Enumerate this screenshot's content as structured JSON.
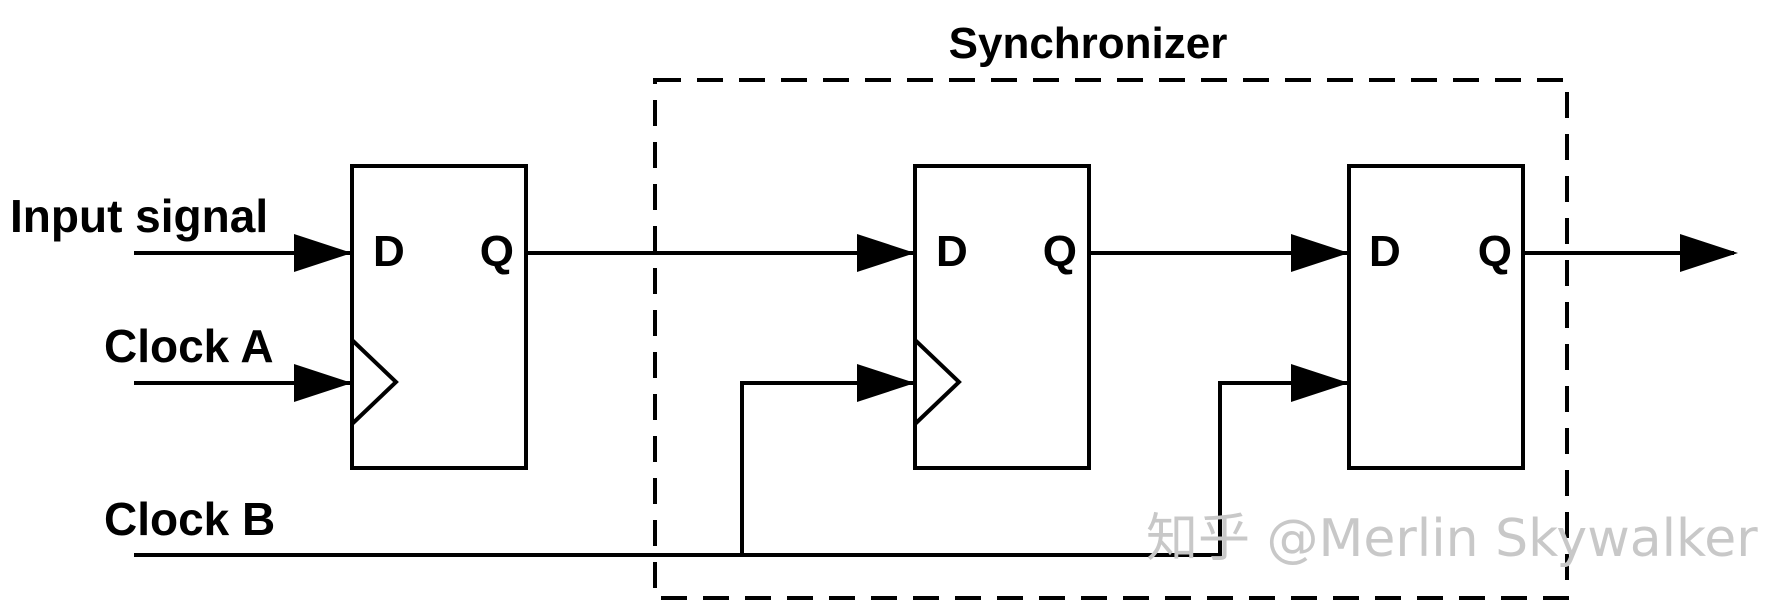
{
  "title": "Synchronizer",
  "labels": {
    "input_signal": "Input signal",
    "clock_a": "Clock A",
    "clock_b": "Clock B"
  },
  "flip_flops": [
    {
      "d_pin": "D",
      "q_pin": "Q",
      "has_clock_pin": true
    },
    {
      "d_pin": "D",
      "q_pin": "Q",
      "has_clock_pin": true
    },
    {
      "d_pin": "D",
      "q_pin": "Q",
      "has_clock_pin": false
    }
  ],
  "watermark": "知乎 @Merlin Skywalker",
  "colors": {
    "line": "#000000",
    "watermark": "#c8c8c8"
  }
}
